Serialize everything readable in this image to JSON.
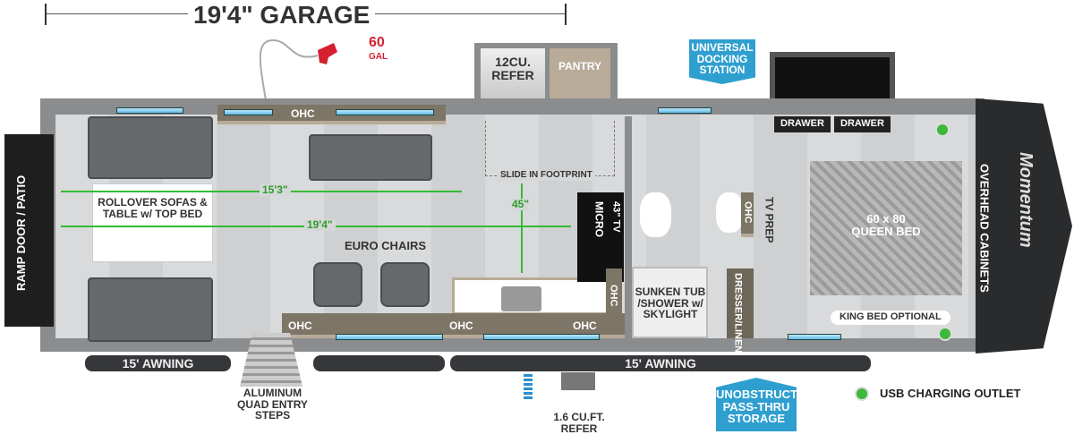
{
  "garage": {
    "label": "19'4\" GARAGE"
  },
  "fuel": {
    "amount": "60",
    "unit": "GAL"
  },
  "refer": {
    "label": "12CU. REFER"
  },
  "pantry": {
    "label": "PANTRY"
  },
  "docking": {
    "label": "UNIVERSAL DOCKING STATION"
  },
  "drawers": [
    "DRAWER",
    "DRAWER"
  ],
  "ohc_top": "OHC",
  "slide": "SLIDE IN FOOTPRINT",
  "dims": {
    "sofa_span": "15'3\"",
    "garage_span": "19'4\"",
    "depth": "45\""
  },
  "sofas": "ROLLOVER SOFAS & TABLE w/ TOP BED",
  "euro": "EURO CHAIRS",
  "micro": "MICRO",
  "tv": "43\" TV",
  "ohc_kitchen": "OHC",
  "ohc_bottom": [
    "OHC",
    "OHC",
    "OHC"
  ],
  "tub": "SUNKEN TUB /SHOWER w/ SKYLIGHT",
  "dresser": "DRESSER/LINEN",
  "ohc_bath": "OHC",
  "tv_prep": "TV PREP",
  "bed": "60 x 80 QUEEN BED",
  "king": "KING BED OPTIONAL",
  "overhead": "OVERHEAD CABINETS",
  "ramp": "RAMP DOOR / PATIO",
  "awnings": [
    "15' AWNING",
    "15' AWNING"
  ],
  "steps": "ALUMINUM QUAD ENTRY STEPS",
  "small_refer": "1.6 CU.FT. REFER",
  "storage": "UNOBSTRUCTED PASS-THRU STORAGE",
  "legend": {
    "usb": "USB CHARGING OUTLET"
  },
  "logo": "Momentum",
  "colors": {
    "dimension": "#2aa02a",
    "callout": "#2f9fd0",
    "fuel": "#d42030",
    "usb": "#3cb83c"
  }
}
